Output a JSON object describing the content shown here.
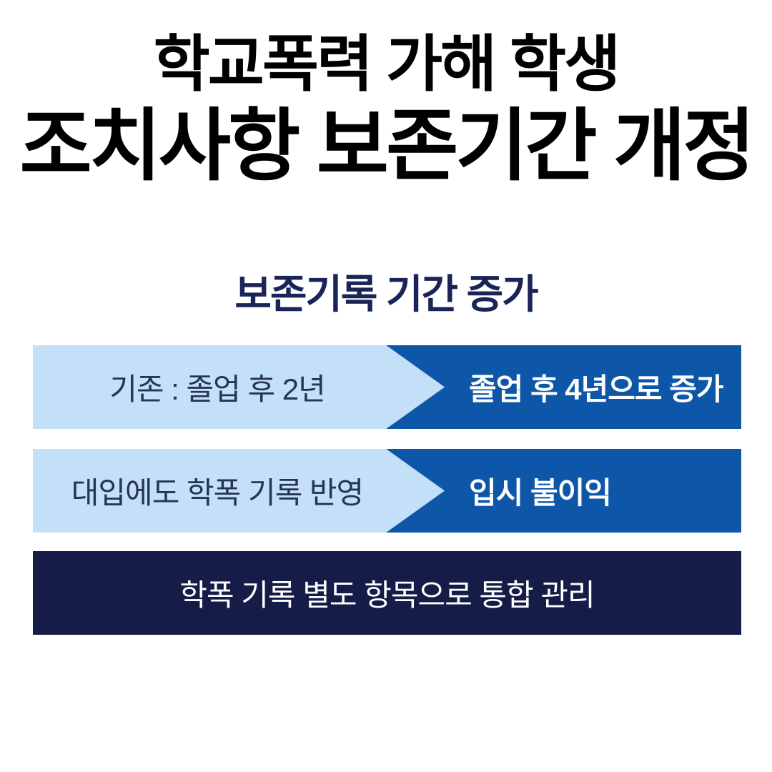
{
  "title": {
    "line1": "학교폭력 가해 학생",
    "line2": "조치사항 보존기간 개정"
  },
  "subtitle": "보존기록 기간 증가",
  "rows": [
    {
      "left": "기존 : 졸업 후 2년",
      "right": "졸업 후 4년으로 증가"
    },
    {
      "left": "대입에도 학폭 기록 반영",
      "right": "입시 불이익"
    }
  ],
  "footer_bar": "학폭 기록 별도 항목으로 통합 관리",
  "icons": {
    "row_connector": "arrow-right-icon"
  },
  "colors": {
    "title_black": "#000000",
    "subtitle_navy": "#1a2456",
    "light_blue": "#c3e0f8",
    "blue": "#0e57a8",
    "dark_navy": "#151c47",
    "left_text": "#263550",
    "white": "#ffffff",
    "bg": "#ffffff"
  }
}
